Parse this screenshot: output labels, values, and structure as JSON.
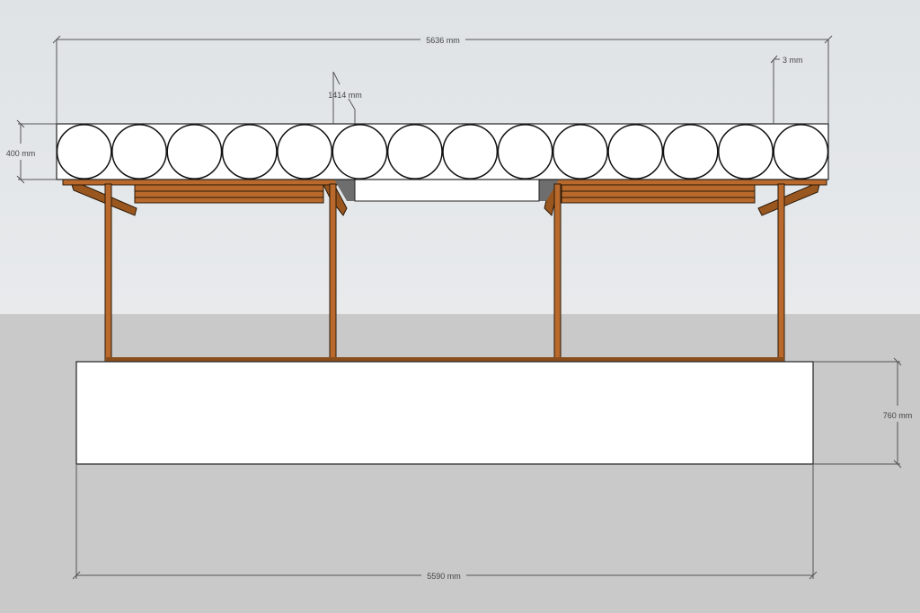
{
  "scene": {
    "panel_count": 14,
    "colors": {
      "sky_top": "#dfe3e6",
      "sky_bottom": "#e8eaec",
      "ground": "#c9c9c9",
      "wood": "#b8692b",
      "panel": "#ffffff"
    }
  },
  "dimensions": {
    "overall_roof_width": "5636 mm",
    "panel_offset": "1414 mm",
    "edge_gap": "3 mm",
    "panel_height": "400 mm",
    "planter_height": "760 mm",
    "planter_width": "5590 mm"
  }
}
